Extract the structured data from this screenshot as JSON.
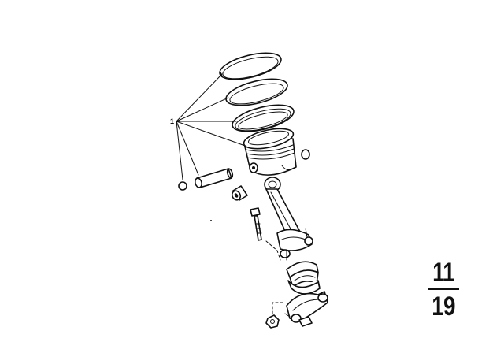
{
  "callout": {
    "label": "1"
  },
  "page_number": {
    "top": "11",
    "bottom": "19"
  }
}
